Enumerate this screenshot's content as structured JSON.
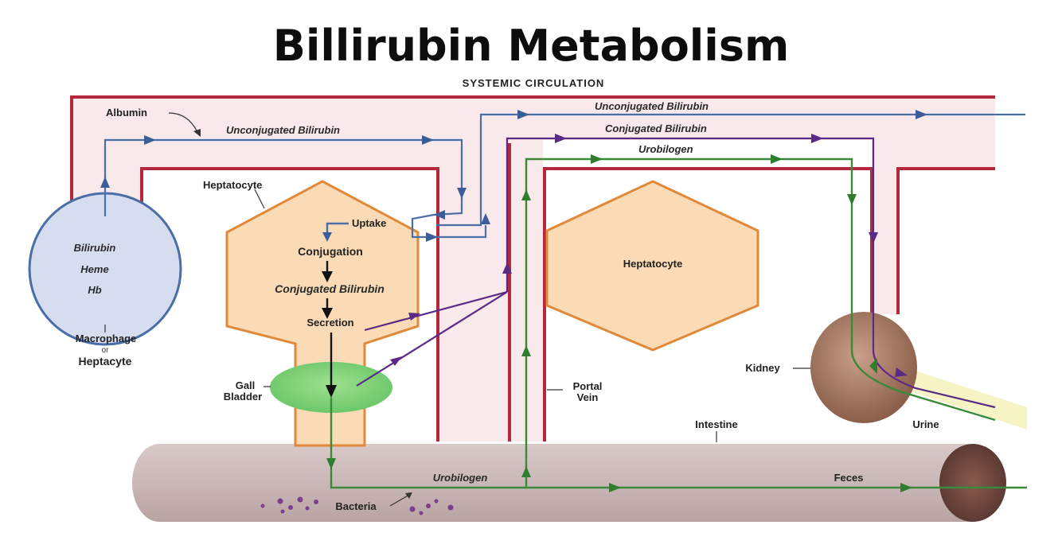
{
  "title": "Billirubin Metabolism",
  "labels": {
    "systemic_circulation": "SYSTEMIC CIRCULATION",
    "albumin": "Albumin",
    "unconj_1": "Unconjugated Bilirubin",
    "unconj_2": "Unconjugated Bilirubin",
    "conj_top": "Conjugated Bilirubin",
    "urobilogen_top": "Urobilogen",
    "hepatocyte_1": "Heptatocyte",
    "hepatocyte_2": "Heptatocyte",
    "uptake": "Uptake",
    "conjugation": "Conjugation",
    "conj_inside": "Conjugated Bilirubin",
    "secretion": "Secretion",
    "macro_bilirubin": "Bilirubin",
    "macro_heme": "Heme",
    "macro_hb": "Hb",
    "macrophage": "Macrophage",
    "or": "or",
    "heptacyte": "Heptacyte",
    "gall": "Gall",
    "bladder": "Bladder",
    "portal": "Portal",
    "vein": "Vein",
    "kidney": "Kidney",
    "intestine": "Intestine",
    "urine": "Urine",
    "feces": "Feces",
    "urobilogen_bottom": "Urobilogen",
    "bacteria": "Bacteria"
  },
  "colors": {
    "vessel": "#b3283c",
    "circulation_fill": "#f9e9ea",
    "hepatocyte_fill": "#fadbb6",
    "hepatocyte_stroke": "#e0893a",
    "macrophage_fill": "#d6ddef",
    "macrophage_stroke": "#4a6fa8",
    "gallbladder": "#7fd17a",
    "intestine": "#cfbcbc",
    "kidney": "#a0735a",
    "urine_band": "#f6f3c4",
    "unconjugated_path": "#4a6fa8",
    "conjugated_path": "#5b2a86",
    "urobilogen_path": "#3a8a3a",
    "internal_flow": "#111111"
  }
}
